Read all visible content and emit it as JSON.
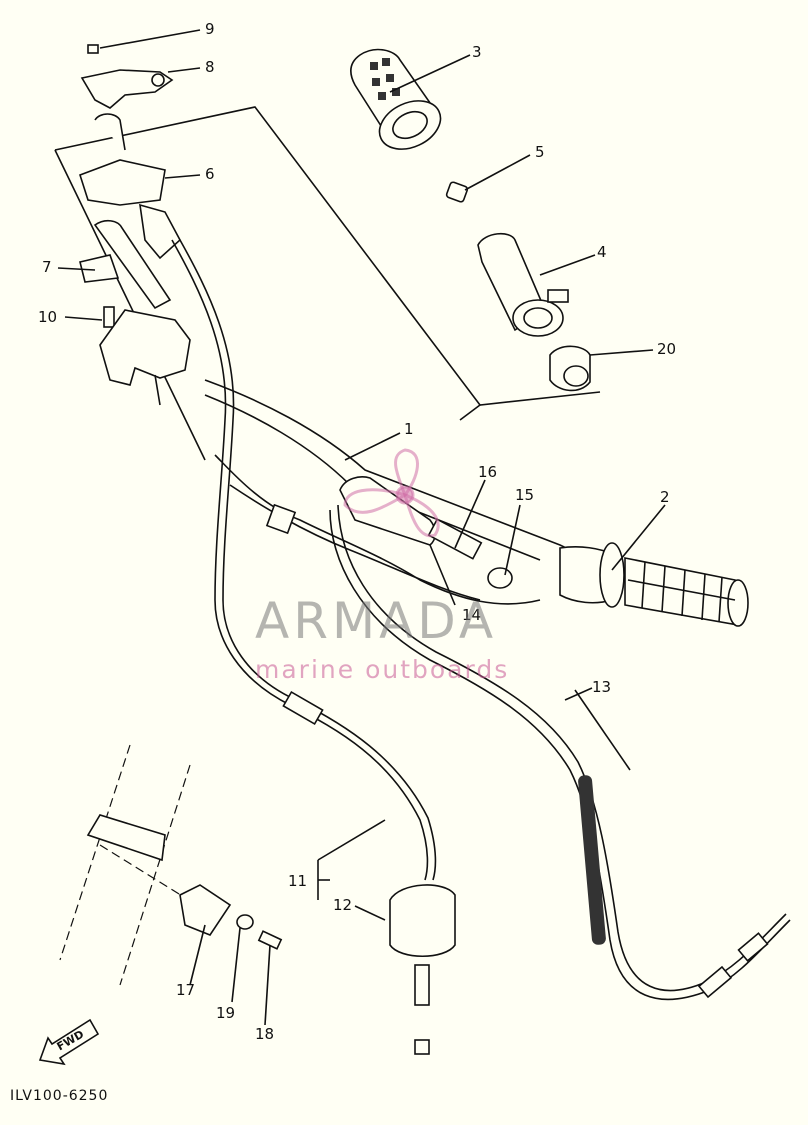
{
  "diagram": {
    "part_code": "ILV100-6250",
    "fwd_label": "FWD",
    "callouts": [
      {
        "id": "1",
        "label": "1"
      },
      {
        "id": "2",
        "label": "2"
      },
      {
        "id": "3",
        "label": "3"
      },
      {
        "id": "4",
        "label": "4"
      },
      {
        "id": "5",
        "label": "5"
      },
      {
        "id": "6",
        "label": "6"
      },
      {
        "id": "7",
        "label": "7"
      },
      {
        "id": "8",
        "label": "8"
      },
      {
        "id": "9",
        "label": "9"
      },
      {
        "id": "10",
        "label": "10"
      },
      {
        "id": "11",
        "label": "11"
      },
      {
        "id": "12",
        "label": "12"
      },
      {
        "id": "13",
        "label": "13"
      },
      {
        "id": "14",
        "label": "14"
      },
      {
        "id": "15",
        "label": "15"
      },
      {
        "id": "16",
        "label": "16"
      },
      {
        "id": "17",
        "label": "17"
      },
      {
        "id": "18",
        "label": "18"
      },
      {
        "id": "19",
        "label": "19"
      },
      {
        "id": "20",
        "label": "20"
      }
    ]
  },
  "watermark": {
    "title": "ARMADA",
    "subtitle": "marine outboards",
    "title_color": "#808080",
    "accent_color": "#d070a8"
  }
}
